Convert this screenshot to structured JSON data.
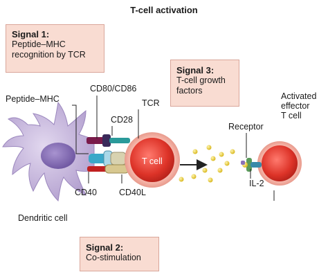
{
  "title": "T-cell activation",
  "signals": {
    "signal1": {
      "title": "Signal 1:",
      "description": "Peptide–MHC\nrecognition by TCR"
    },
    "signal2": {
      "title": "Signal 2:",
      "description": "Co-stimulation"
    },
    "signal3": {
      "title": "Signal 3:",
      "description": "T-cell growth\nfactors"
    }
  },
  "labels": {
    "peptide_mhc": "Peptide–MHC",
    "cd80_cd86": "CD80/CD86",
    "cd28": "CD28",
    "tcr": "TCR",
    "t_cell": "T cell",
    "cd40": "CD40",
    "cd40l": "CD40L",
    "dendritic_cell": "Dendritic cell",
    "receptor": "Receptor",
    "il2": "IL-2",
    "activated_effector": "Activated\neffector\nT cell"
  },
  "colors": {
    "dendritic_cell": "#c4b4da",
    "nucleus": "#8a72b8",
    "t_cell": "#d9302a",
    "signal_box": "#f9dcd2",
    "growth_factor": "#f0d040"
  }
}
